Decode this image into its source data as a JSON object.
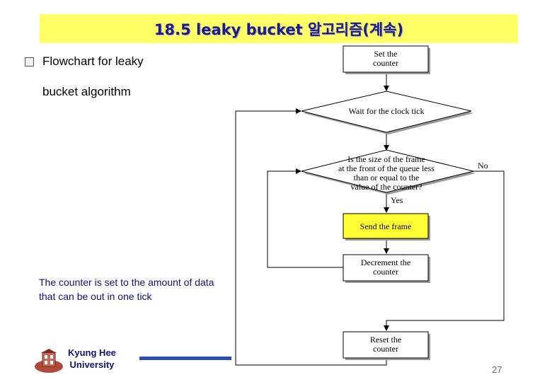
{
  "slide": {
    "title": "18.5 leaky bucket 알고리즘(계속)",
    "bullet": {
      "line1": "Flowchart for leaky",
      "line2": "bucket algorithm"
    },
    "note": "The counter is set to the amount of data that can be out in  one tick",
    "university": {
      "line1": "Kyung Hee",
      "line2": "University"
    },
    "page_number": "27"
  },
  "flowchart": {
    "set_counter": [
      "Set the",
      "counter"
    ],
    "wait_tick": "Wait for the clock tick",
    "decision": [
      "Is the size of the frame",
      "at the front of the queue less",
      "than or equal to the",
      "value of the counter?"
    ],
    "send_frame": "Send the frame",
    "decrement": [
      "Decrement the",
      "counter"
    ],
    "reset": [
      "Reset the",
      "counter"
    ],
    "yes_label": "Yes",
    "no_label": "No"
  },
  "colors": {
    "title_bg": "#ffff66",
    "title_text": "#1a1a8c",
    "highlight": "#ffff33",
    "note_text": "#10107a",
    "accent_line": "#2a4dbb"
  }
}
